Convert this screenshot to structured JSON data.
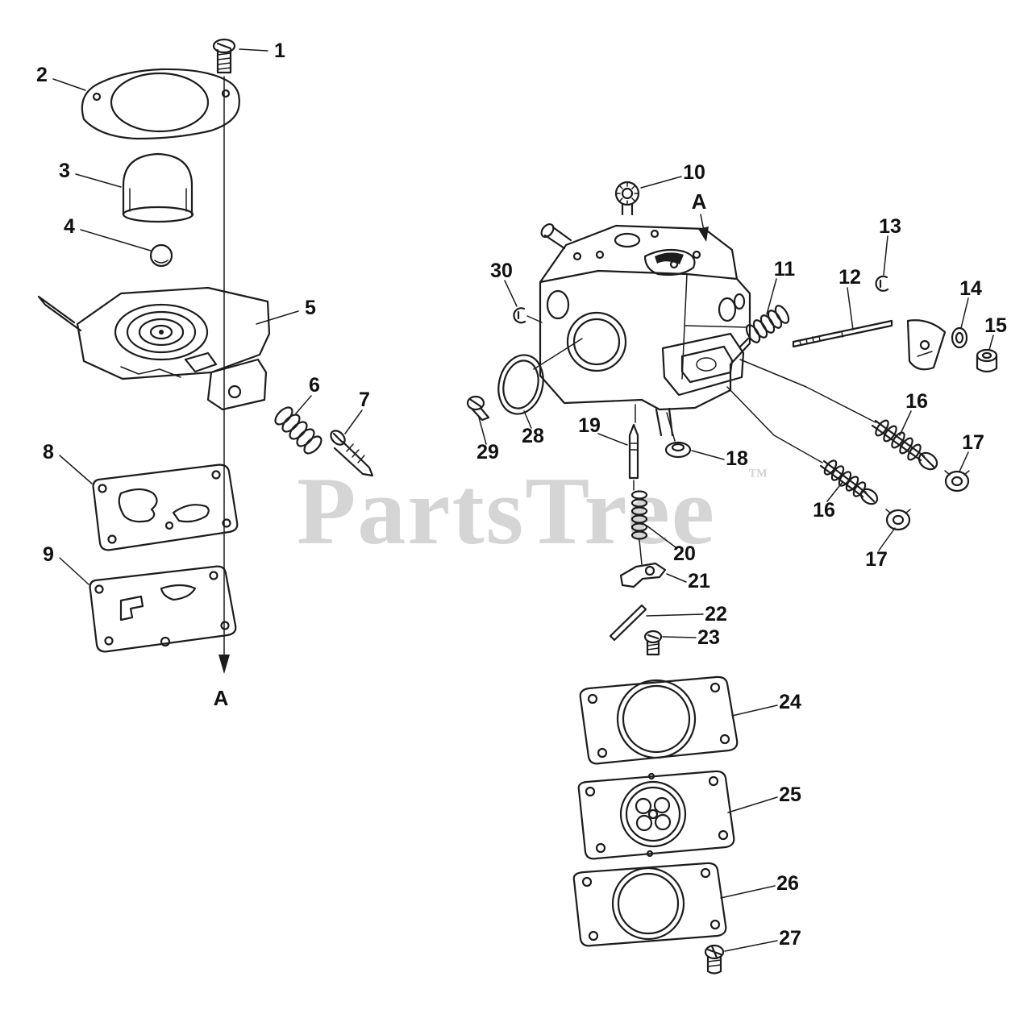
{
  "watermark": {
    "text": "PartsTree",
    "tm": "™",
    "color": "#d5d5d5"
  },
  "diagram": {
    "background": "#ffffff",
    "line_color": "#1c1c1c",
    "label_color": "#111111",
    "detail_marker": "A",
    "callout_labels": [
      "1",
      "2",
      "3",
      "4",
      "5",
      "6",
      "7",
      "8",
      "9",
      "10",
      "11",
      "12",
      "13",
      "14",
      "15",
      "16",
      "17",
      "16",
      "17",
      "18",
      "19",
      "20",
      "21",
      "22",
      "23",
      "24",
      "25",
      "26",
      "27",
      "28",
      "29",
      "30"
    ]
  }
}
